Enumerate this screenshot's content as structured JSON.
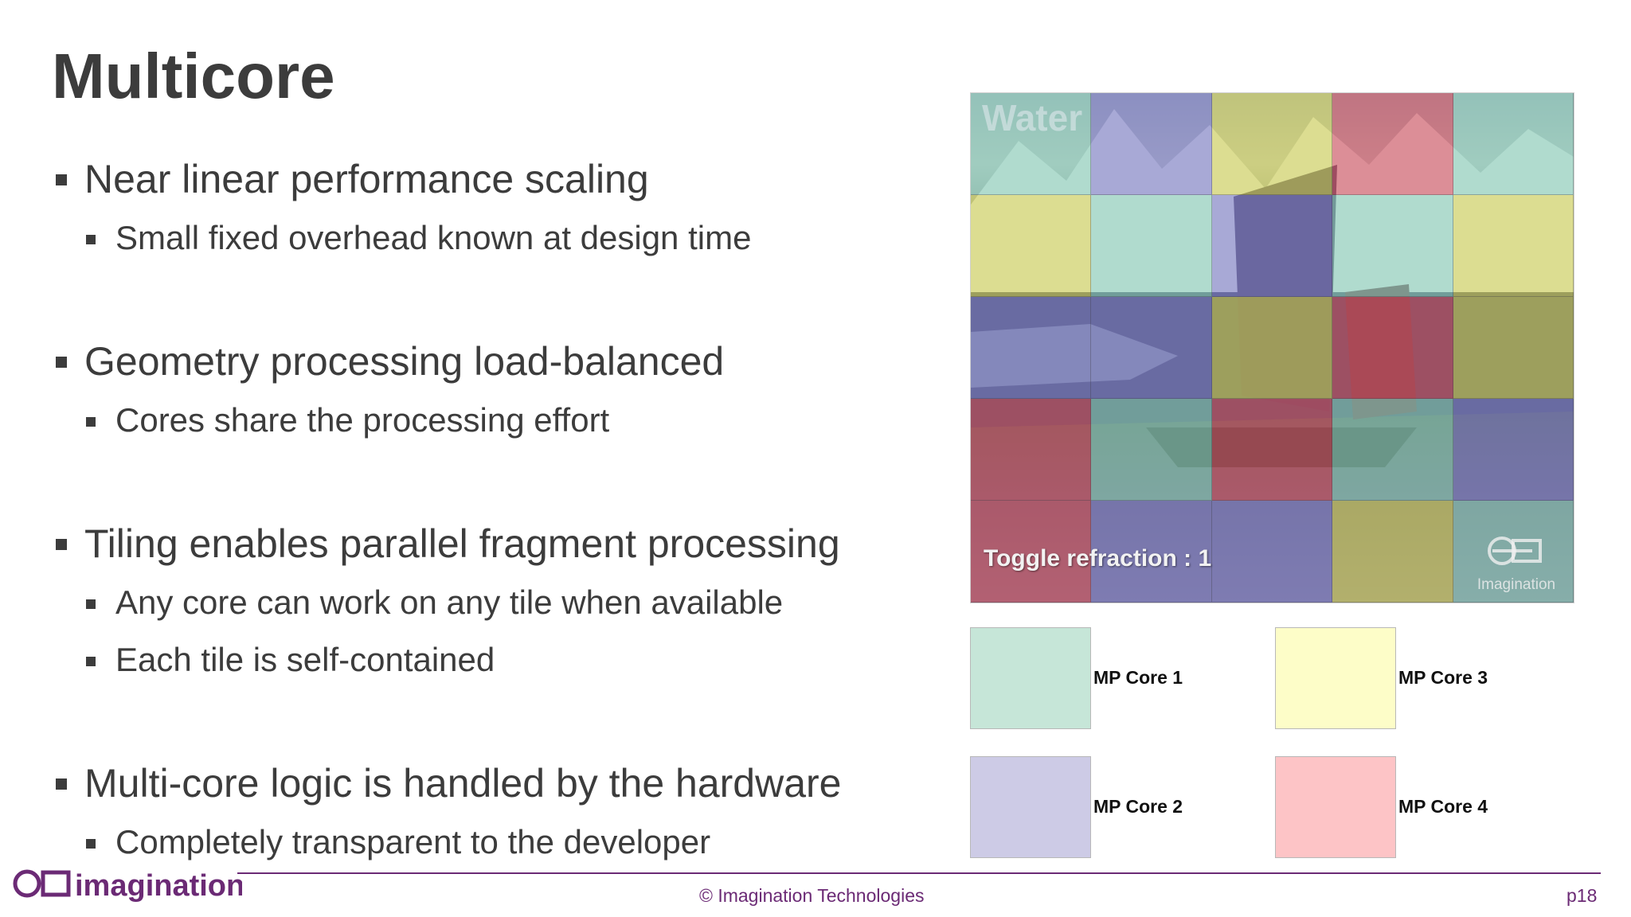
{
  "slide": {
    "title": "Multicore",
    "bullets": [
      {
        "text": "Near linear performance scaling",
        "sub": [
          "Small fixed overhead known at design time"
        ]
      },
      {
        "text": "Geometry processing load-balanced",
        "sub": [
          "Cores share the processing effort"
        ]
      },
      {
        "text": "Tiling enables parallel fragment processing",
        "sub": [
          "Any core can work on any tile when available",
          "Each tile is self-contained"
        ]
      },
      {
        "text": "Multi-core logic is handled by the hardware",
        "sub": [
          "Completely transparent to the developer"
        ]
      }
    ]
  },
  "scene": {
    "corner_text": "Water",
    "status_text": "Toggle refraction : 1",
    "logo_label": "Imagination",
    "tile_cores": [
      [
        1,
        2,
        3,
        4,
        1
      ],
      [
        3,
        1,
        2,
        1,
        3
      ],
      [
        2,
        2,
        3,
        4,
        3
      ],
      [
        4,
        1,
        4,
        1,
        2
      ],
      [
        4,
        2,
        2,
        3,
        1
      ]
    ]
  },
  "legend": [
    {
      "label": "MP Core 1",
      "color": "#c6e6d8"
    },
    {
      "label": "MP Core 2",
      "color": "#cdcbe6"
    },
    {
      "label": "MP Core 3",
      "color": "#fdfdc8"
    },
    {
      "label": "MP Core 4",
      "color": "#fdc4c6"
    }
  ],
  "footer": {
    "logo_text": "imagination",
    "copyright": "© Imagination Technologies",
    "page": "p18"
  },
  "colors": {
    "text": "#3c3c3c",
    "footer_purple": "#6b2a75"
  }
}
